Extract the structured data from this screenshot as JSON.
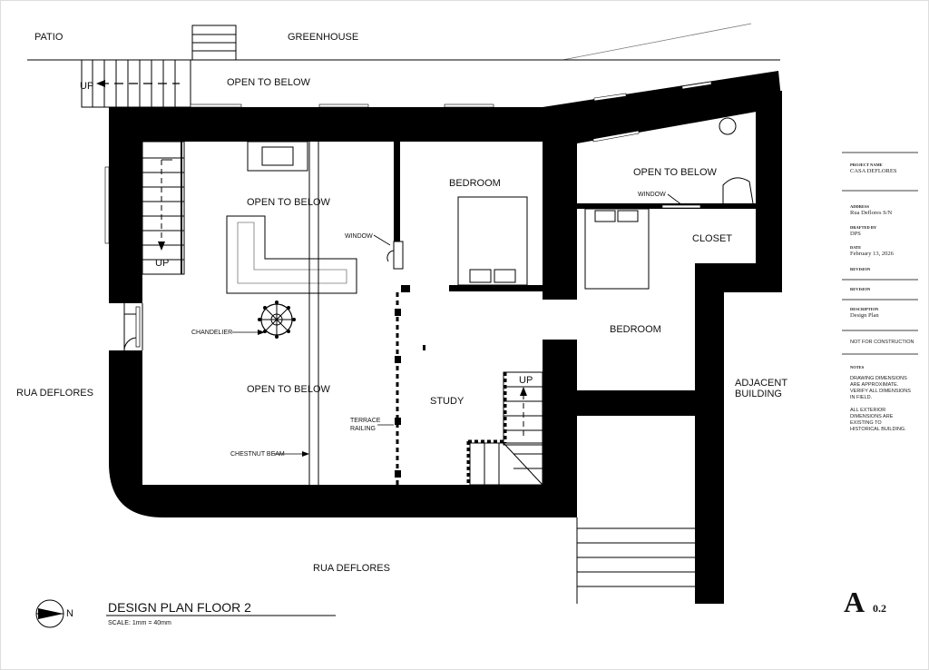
{
  "labels": {
    "patio": "PATIO",
    "greenhouse": "GREENHOUSE",
    "open_top": "OPEN TO BELOW",
    "open_left_top": "OPEN TO BELOW",
    "open_left_bottom": "OPEN TO BELOW",
    "open_right": "OPEN TO BELOW",
    "bedroom_top": "BEDROOM",
    "bedroom_right": "BEDROOM",
    "closet": "CLOSET",
    "study": "STUDY",
    "window_left": "WINDOW",
    "window_right": "WINDOW",
    "chandelier": "CHANDELIER",
    "terrace_railing_1": "TERRACE",
    "terrace_railing_2": "RAILING",
    "chestnut_beam": "CHESTNUT BEAM",
    "rua_left": "RUA DEFLORES",
    "rua_bottom": "RUA DEFLORES",
    "adjacent_1": "ADJACENT",
    "adjacent_2": "BUILDING",
    "up_top": "UP",
    "up_left": "UP",
    "up_study": "UP",
    "north": "N"
  },
  "drawing": {
    "title": "DESIGN PLAN FLOOR 2",
    "scale": "SCALE: 1mm = 40mm",
    "sheet_letter": "A",
    "sheet_number": "0.2"
  },
  "title_block": {
    "project_name_key": "PROJECT NAME",
    "project_name": "CASA DEFLORES",
    "address_key": "ADDRESS",
    "address": "Rua Deflores S/N",
    "drafted_by_key": "DRAFTED BY",
    "drafted_by": "DPS",
    "date_key": "DATE",
    "date": "February 13, 2026",
    "revision_key_1": "REVISION",
    "revision_key_2": "REVISION",
    "description_key": "DESCRIPTION",
    "description": "Design Plan",
    "not_for_construction": "NOT FOR CONSTRUCTION",
    "notes_key": "NOTES",
    "note1_l1": "DRAWING DIMENSIONS",
    "note1_l2": "ARE APPROXIMATE.",
    "note1_l3": "VERIFY ALL DIMENSIONS",
    "note1_l4": "IN FIELD.",
    "note2_l1": "ALL EXTERIOR",
    "note2_l2": "DIMENSIONS ARE",
    "note2_l3": "EXISTING TO",
    "note2_l4": "HISTORICAL BUILDING."
  },
  "colors": {
    "ink": "#000000",
    "paper": "#ffffff"
  }
}
